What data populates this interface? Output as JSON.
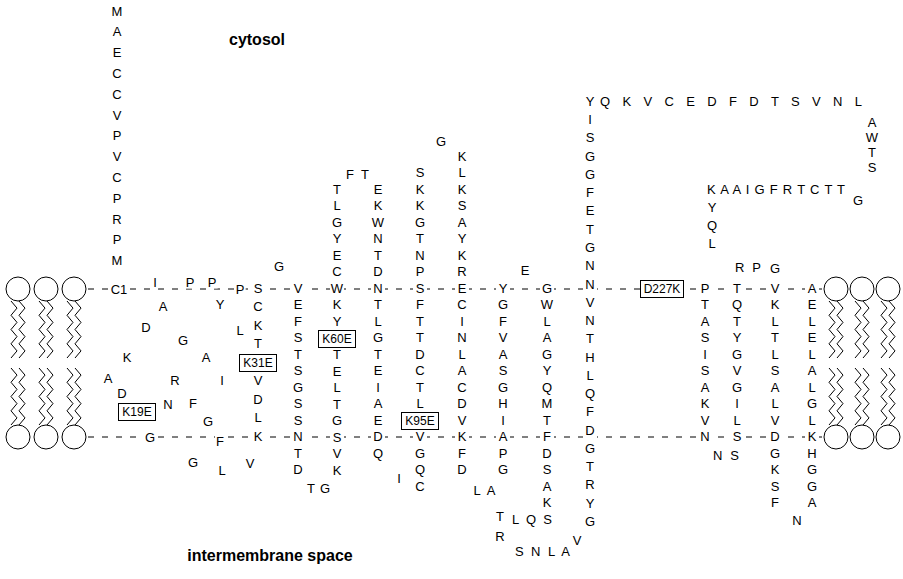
{
  "diagram": {
    "nodes": [
      {
        "text": [
          "K19E"
        ]
      },
      {
        "text": [
          "K31E"
        ]
      },
      {
        "text": [
          "K60E"
        ]
      },
      {
        "text": [
          "K95E"
        ]
      },
      {
        "text": [
          "D227K"
        ]
      }
    ],
    "labels": [
      "cytosol",
      "M A E C C V P V C P R P M",
      "C1",
      "I",
      "P",
      "P",
      "P",
      "Y",
      "A",
      "D",
      "L",
      "G",
      "K",
      "A",
      "A",
      "R",
      "I",
      "D",
      "F",
      "N",
      "G",
      "G",
      "F",
      "G",
      "L",
      "V",
      "S C K T",
      "V D L K",
      "G",
      "V E F S T S G S S N T D",
      "T",
      "G",
      "T L G Y E C W K Y",
      "T E L T G S V K",
      "F",
      "T",
      "E K W N T D N T L G T E I A E D Q",
      "I",
      "S K K G T N P S F T T D C T L",
      "V G Q C",
      "G",
      "K L K S A Y K R E C I N L A C D V K F D",
      "L",
      "A",
      "Y G F V A S G H I A P G",
      "E",
      "G W L A G Y Q M T F D S A K",
      "T R",
      "L Q S",
      "S N L A",
      "V",
      "Y I S G G F E T G N N V N T H L Q F D G T R Y G",
      "Q K V C E D F D T S V N L",
      "A W T S",
      "G",
      "K A A I G F R T C T T",
      "Y Q L",
      "R P",
      "P T A S I S A K V N",
      "T Q T Y G V G I L S",
      "N S",
      "G",
      "V K L T L S A L V D G K S F",
      "N",
      "A E L E L A L G L K H G G A",
      "intermembrane space"
    ]
  }
}
